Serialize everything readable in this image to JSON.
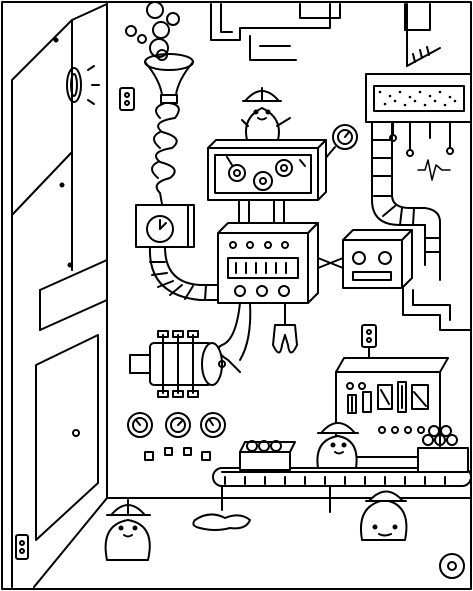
{
  "page": {
    "kind": "black-and-white line-art coloring page (no printed text)",
    "colors": {
      "ink": "#000000",
      "paper": "#ffffff"
    }
  },
  "scene": {
    "room": {
      "left_wall": true,
      "door": true,
      "wall_clock_icon": "clock-icon",
      "outlets": 3
    },
    "machines": [
      "funnel-and-coil-tube",
      "gear-display-box",
      "main-control-panel",
      "robot-head-box",
      "wall-clock-box",
      "ceiling-vent-unit",
      "electric-motor",
      "three-gauges",
      "control-console",
      "conveyor-belt"
    ],
    "characters": [
      {
        "role": "worker-on-gear-box",
        "has_hard_hat": true
      },
      {
        "role": "worker-at-conveyor",
        "has_hard_hat": true
      },
      {
        "role": "worker-carrying-crate",
        "has_hard_hat": true
      },
      {
        "role": "worker-bottom-left",
        "has_hard_hat": true
      }
    ]
  }
}
